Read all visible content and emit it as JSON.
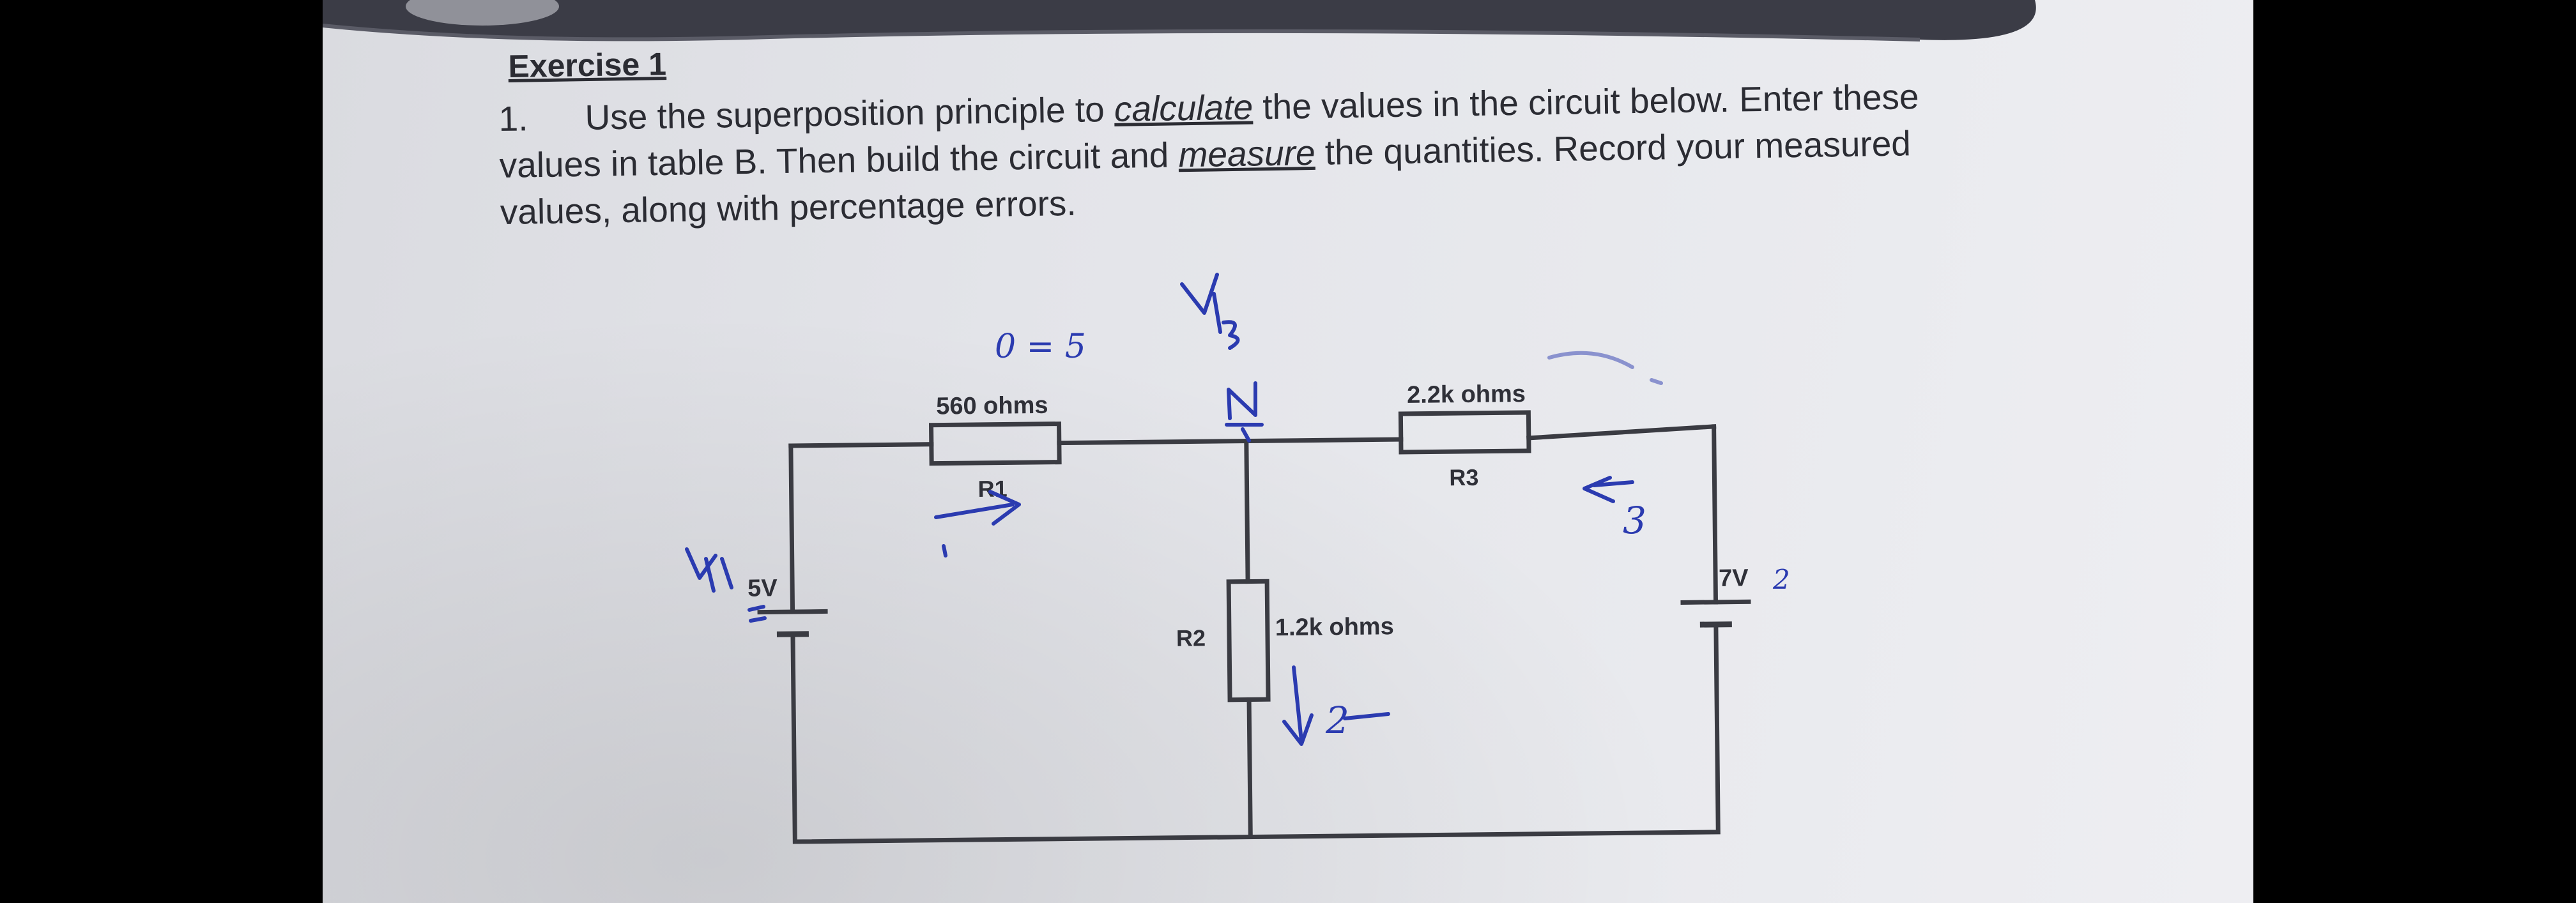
{
  "exercise": {
    "title": "Exercise 1",
    "item_number": "1.",
    "line1_pre": "Use the superposition principle to ",
    "line1_kw": "calculate",
    "line1_post": " the values in the circuit below. Enter these",
    "line2_pre": "values in table B. Then build the circuit and ",
    "line2_kw": "measure",
    "line2_post": " the quantities. Record your measured",
    "line3": "values, along with percentage errors."
  },
  "circuit": {
    "r1_value": "560 ohms",
    "r1_name": "R1",
    "r2_value": "1.2k ohms",
    "r2_name": "R2",
    "r3_value": "2.2k ohms",
    "r3_name": "R3",
    "source_left": "5V",
    "source_right": "7V"
  },
  "handwriting": {
    "top_note": "0 = 5",
    "right_source_note": "2",
    "r2_current_note": "2",
    "r3_current_note": "3"
  },
  "colors": {
    "paper": "#e6e7eb",
    "print_text": "#2b2c33",
    "wire": "#3a3b42",
    "pen_ink": "#2b3bb0"
  }
}
